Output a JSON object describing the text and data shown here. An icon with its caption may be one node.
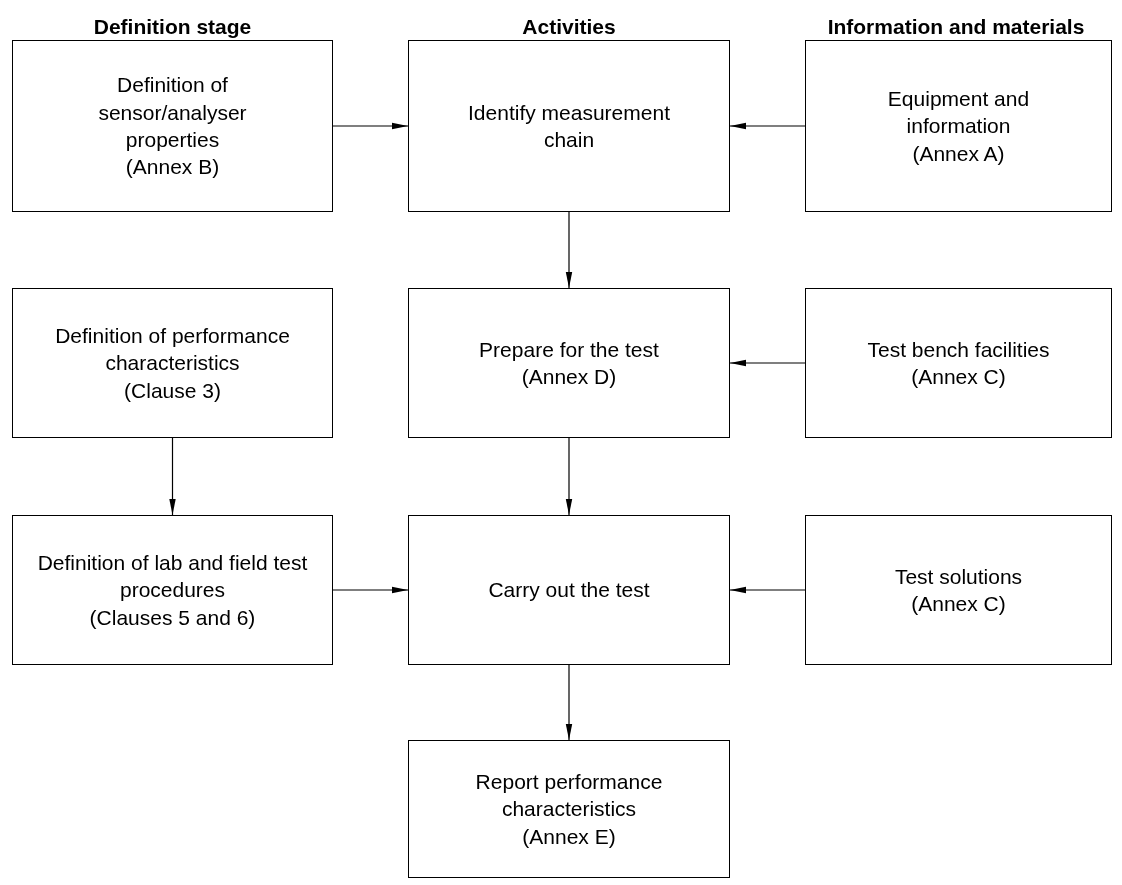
{
  "diagram": {
    "nodes": [
      {
        "text": [
          "Definition of sensor/analyser properties",
          "(Annex B)"
        ]
      },
      {
        "text": [
          "Identify measurement chain"
        ]
      },
      {
        "text": [
          "Equipment and information",
          "(Annex A)"
        ]
      },
      {
        "text": [
          "Definition of performance characteristics",
          "(Clause 3)"
        ]
      },
      {
        "text": [
          "Prepare for the test",
          "(Annex D)"
        ]
      },
      {
        "text": [
          "Test bench facilities",
          "(Annex C)"
        ]
      },
      {
        "text": [
          "Definition of lab and field test procedures",
          "(Clauses 5 and 6)"
        ]
      },
      {
        "text": [
          "Carry out the test"
        ]
      },
      {
        "text": [
          "Test solutions",
          "(Annex C)"
        ]
      },
      {
        "text": [
          "Report performance characteristics",
          "(Annex E)"
        ]
      }
    ],
    "edges": [
      {
        "from": 0,
        "to": 1,
        "arrow": "to"
      },
      {
        "from": 2,
        "to": 1,
        "arrow": "to"
      },
      {
        "from": 1,
        "to": 4,
        "arrow": "to"
      },
      {
        "from": 5,
        "to": 4,
        "arrow": "to"
      },
      {
        "from": 3,
        "to": 6,
        "arrow": "to"
      },
      {
        "from": 4,
        "to": 7,
        "arrow": "to"
      },
      {
        "from": 6,
        "to": 7,
        "arrow": "to"
      },
      {
        "from": 8,
        "to": 7,
        "arrow": "to"
      },
      {
        "from": 7,
        "to": 9,
        "arrow": "to"
      }
    ],
    "labels": [
      "Definition stage",
      "Activities",
      "Information and materials"
    ]
  }
}
